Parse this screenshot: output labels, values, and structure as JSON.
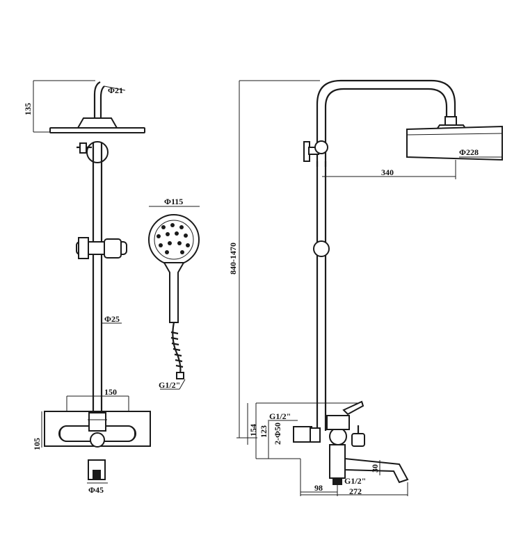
{
  "dimensions": {
    "top_height": "135",
    "arm_diameter": "Φ21",
    "pipe_diameter": "Φ25",
    "mixer_width": "150",
    "mixer_height": "105",
    "outlet_diameter": "Φ45",
    "handshower_diameter": "Φ115",
    "hose_thread": "G1/2\"",
    "overall_height": "840-1470",
    "rain_diameter": "Φ228",
    "arm_reach": "340",
    "side_height": "154",
    "inlet_height": "123",
    "inlet_spec": "2-Φ50",
    "side_thread": "G1/2\"",
    "spout_height": "30",
    "spout_offset": "98",
    "bottom_thread": "G1/2\"",
    "spout_length": "272"
  }
}
